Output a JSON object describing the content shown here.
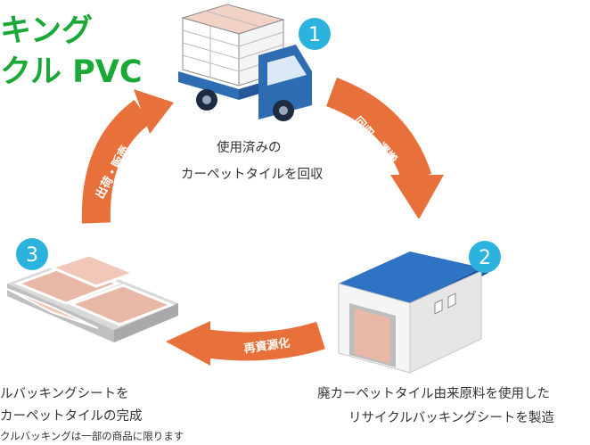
{
  "title": {
    "line1": "キング",
    "line2": "クル PVC"
  },
  "steps": [
    {
      "number": "1",
      "caption_line1": "使用済みの",
      "caption_line2": "カーペットタイルを回収"
    },
    {
      "number": "2",
      "caption_line1": "廃カーペットタイル由来原料を使用した",
      "caption_line2": "リサイクルバッキングシートを製造"
    },
    {
      "number": "3",
      "caption_line1": "ルバッキングシートを",
      "caption_line2": "カーペットタイルの完成",
      "note": "クルバッキングは一部の商品に限ります"
    }
  ],
  "arrows": {
    "collect_transport": "回収・運搬",
    "recycle": "再資源化",
    "ship_sell": "出荷・販売"
  },
  "colors": {
    "title_green": "#1aa836",
    "badge_blue": "#2bb3dd",
    "arrow_orange": "#e8703a",
    "tile_pink": "#e9b7a6",
    "truck_blue": "#2f6db3",
    "roof_blue": "#2f73c4"
  }
}
